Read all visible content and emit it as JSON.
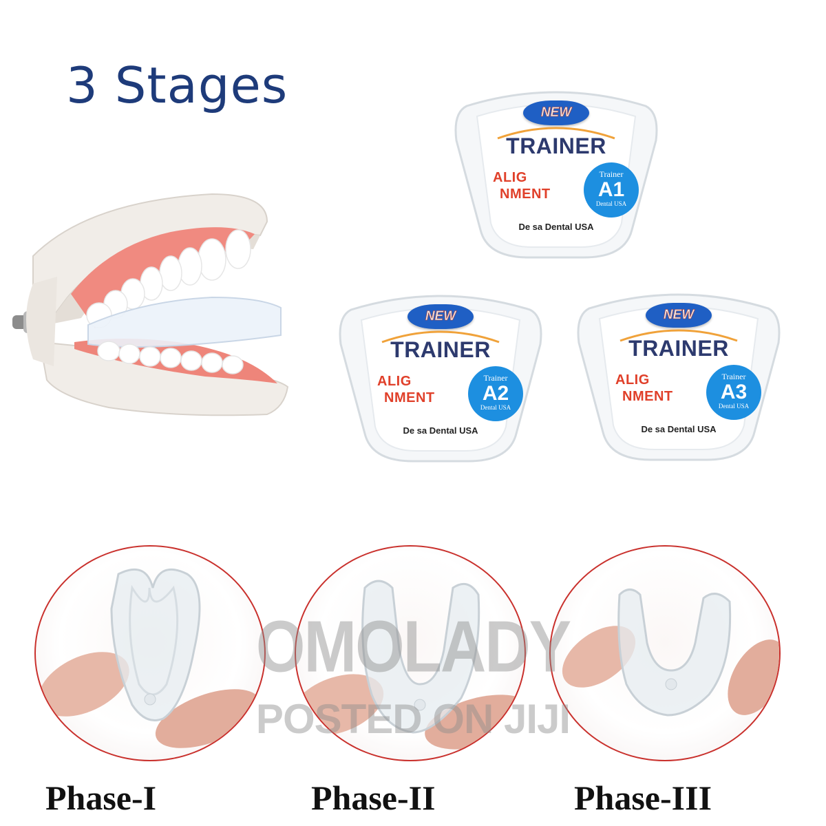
{
  "headline": "3 Stages",
  "trainers": [
    {
      "badge": "NEW",
      "title": "TRAINER",
      "align_line1": "ALIG",
      "align_line2": "NMENT",
      "circle_top": "Trainer",
      "model": "A1",
      "circle_bottom": "Dental USA",
      "maker": "De sa Dental USA"
    },
    {
      "badge": "NEW",
      "title": "TRAINER",
      "align_line1": "ALIG",
      "align_line2": "NMENT",
      "circle_top": "Trainer",
      "model": "A2",
      "circle_bottom": "Dental USA",
      "maker": "De sa Dental USA"
    },
    {
      "badge": "NEW",
      "title": "TRAINER",
      "align_line1": "ALIG",
      "align_line2": "NMENT",
      "circle_top": "Trainer",
      "model": "A3",
      "circle_bottom": "Dental USA",
      "maker": "De sa Dental USA"
    }
  ],
  "phases": [
    {
      "label": "Phase-I"
    },
    {
      "label": "Phase-II"
    },
    {
      "label": "Phase-III"
    }
  ],
  "watermark": {
    "line1": "OMOLADY",
    "line2": "POSTED ON JIJI"
  },
  "colors": {
    "headline": "#1e3b7a",
    "badge": "#1f5fc4",
    "model_circle": "#1d8fe0",
    "alignment_text": "#e0402a",
    "phase_ring": "#c9302c"
  }
}
